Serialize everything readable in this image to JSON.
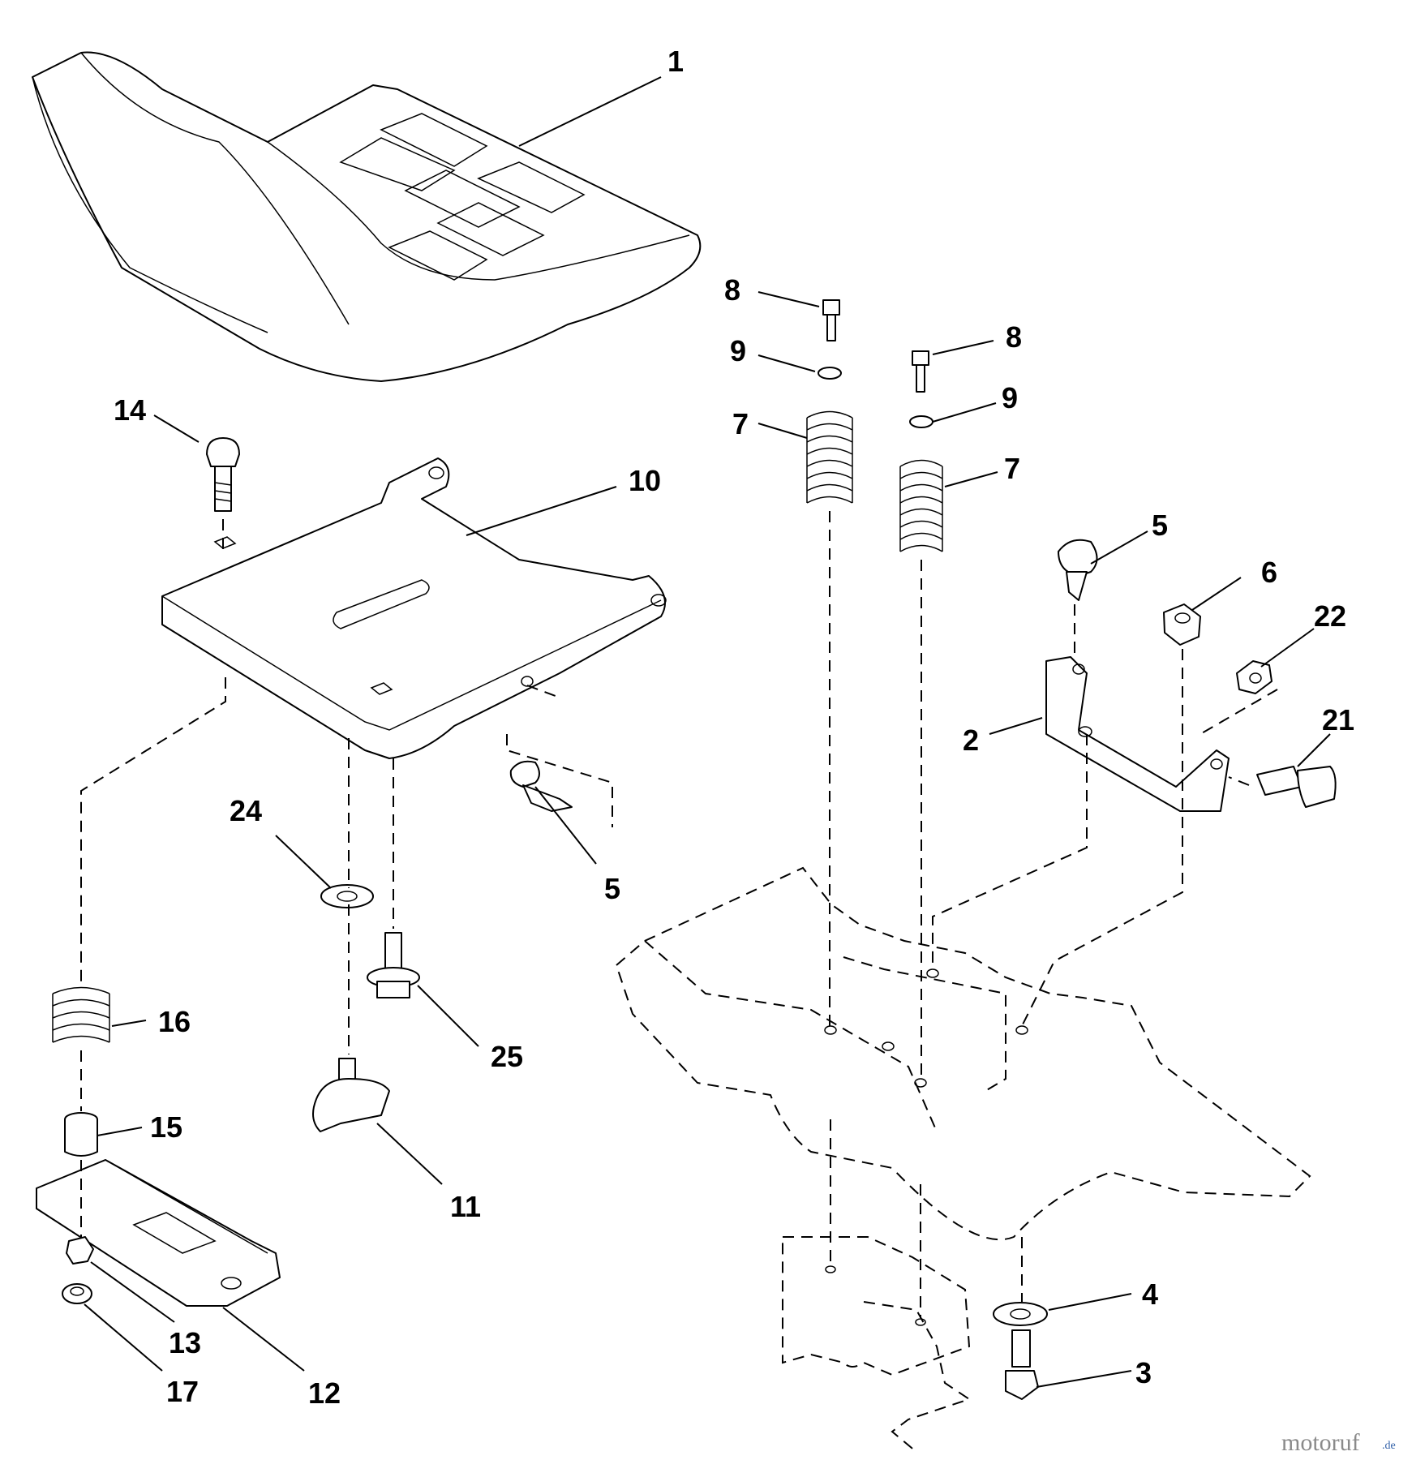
{
  "callouts": {
    "c1": "1",
    "c2": "2",
    "c3": "3",
    "c4": "4",
    "c5a": "5",
    "c5b": "5",
    "c6": "6",
    "c7a": "7",
    "c7b": "7",
    "c8a": "8",
    "c8b": "8",
    "c9a": "9",
    "c9b": "9",
    "c10": "10",
    "c11": "11",
    "c12": "12",
    "c13": "13",
    "c14": "14",
    "c15": "15",
    "c16": "16",
    "c17": "17",
    "c21": "21",
    "c22": "22",
    "c24": "24",
    "c25": "25"
  },
  "watermark": {
    "brand": "motoruf",
    "suffix": ".de"
  },
  "colors": {
    "line": "#000000",
    "background": "#ffffff",
    "watermark_gray": "#8a8a8a",
    "watermark_blue": "#2f5fa8"
  }
}
